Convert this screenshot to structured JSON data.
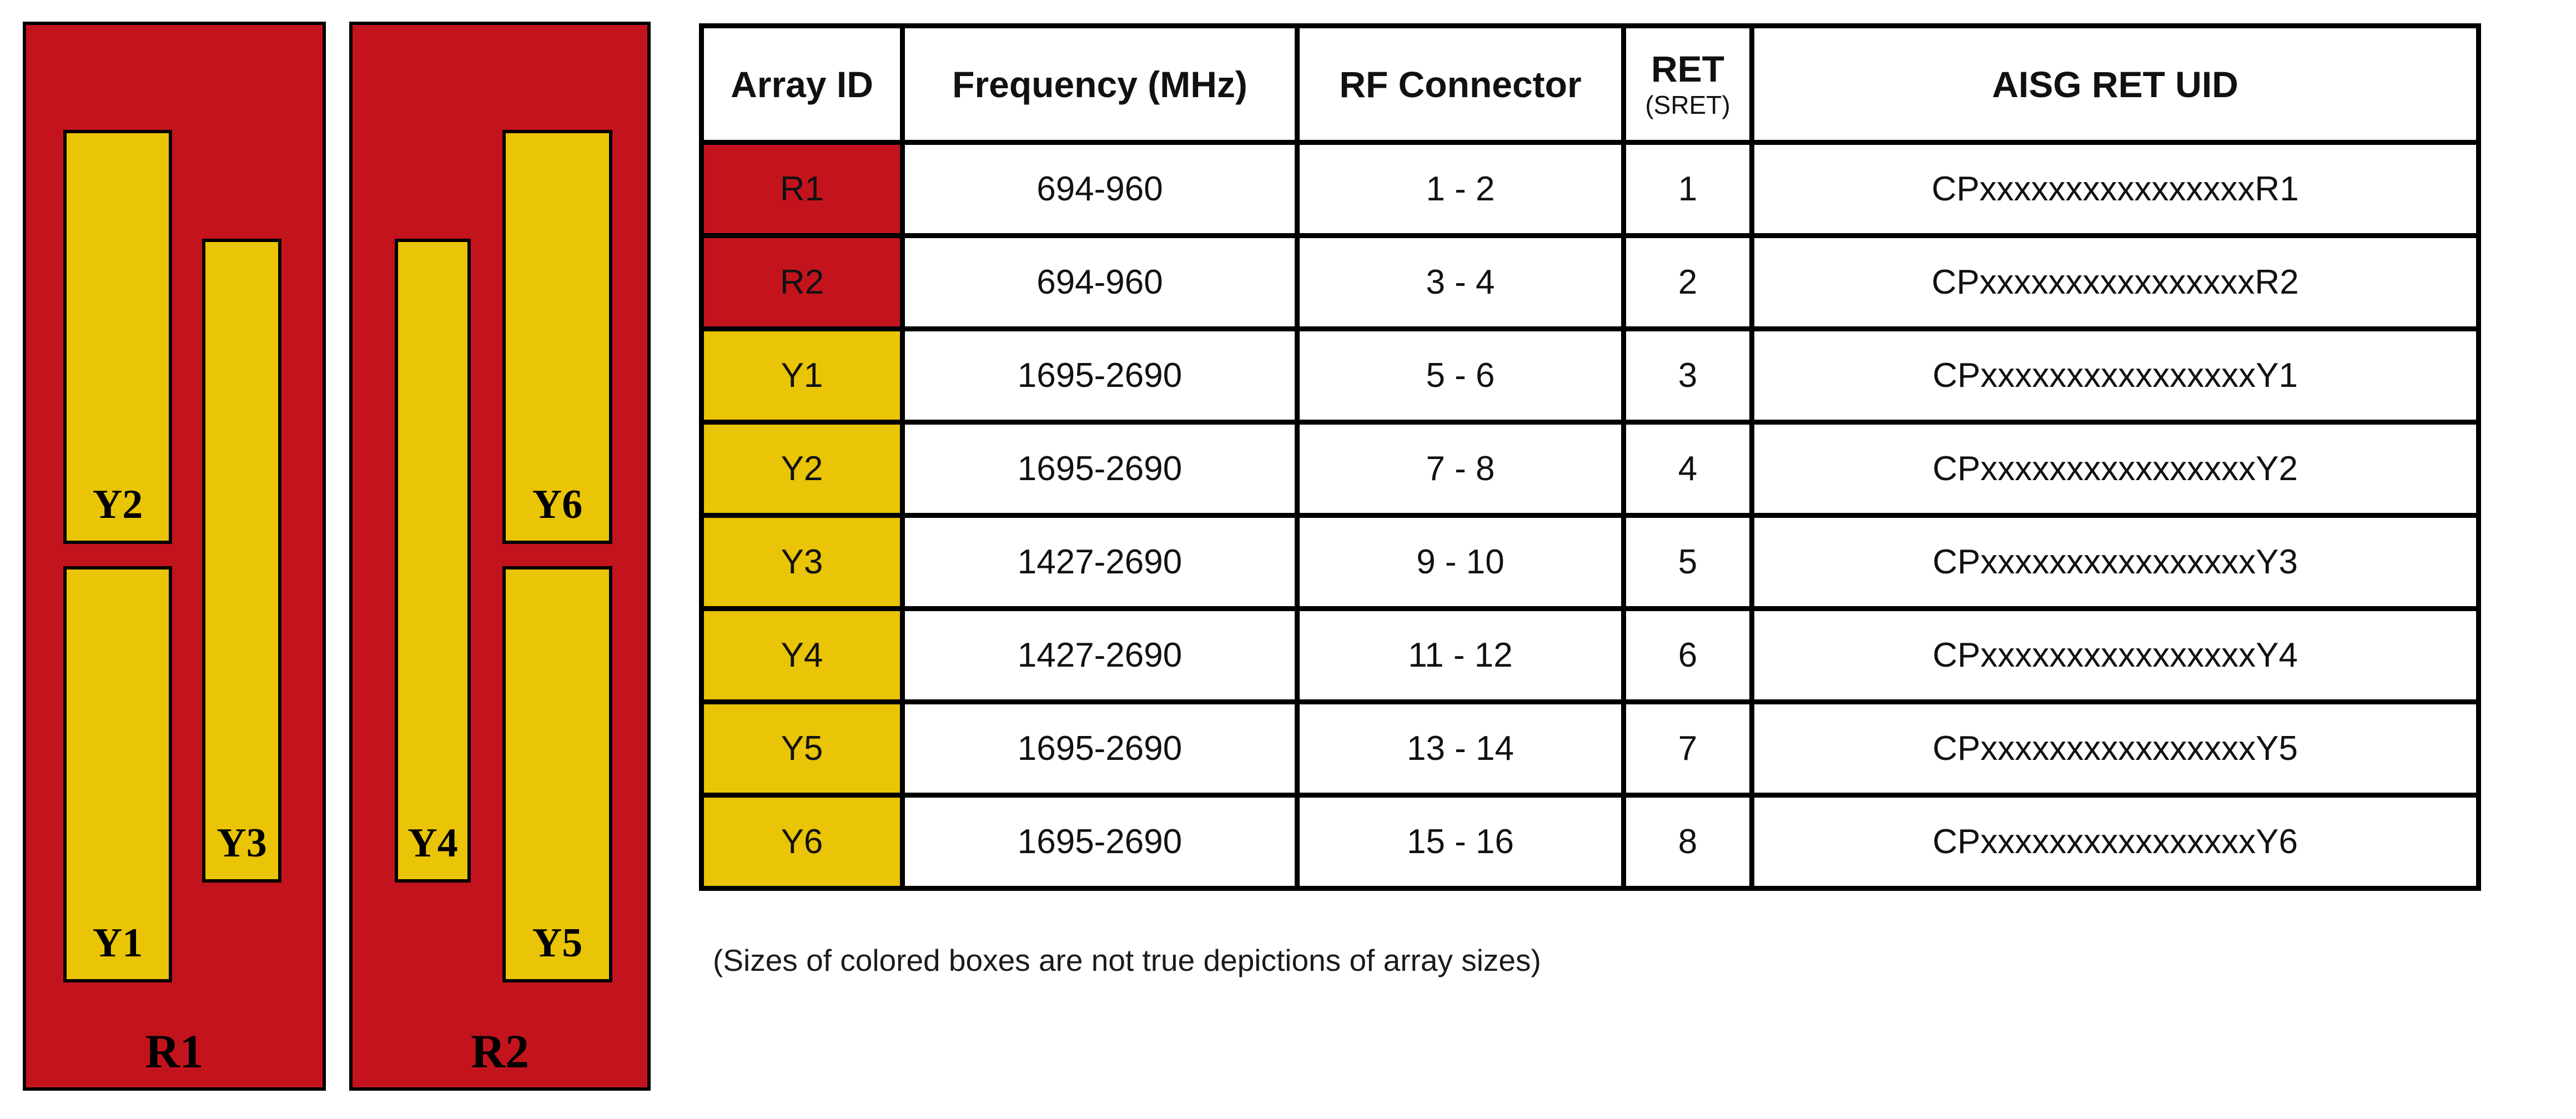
{
  "colors": {
    "red": "#c3141e",
    "yellow": "#e9c407"
  },
  "diagram": {
    "panels": [
      {
        "label": "R1",
        "color": "red",
        "boxes": [
          {
            "label": "Y2",
            "color": "yellow"
          },
          {
            "label": "Y1",
            "color": "yellow"
          },
          {
            "label": "Y3",
            "color": "yellow"
          }
        ]
      },
      {
        "label": "R2",
        "color": "red",
        "boxes": [
          {
            "label": "Y4",
            "color": "yellow"
          },
          {
            "label": "Y6",
            "color": "yellow"
          },
          {
            "label": "Y5",
            "color": "yellow"
          }
        ]
      }
    ]
  },
  "table": {
    "headers": {
      "array_id": "Array ID",
      "frequency": "Frequency (MHz)",
      "rf_connector": "RF Connector",
      "ret": "RET",
      "ret_sub": "(SRET)",
      "aisg": "AISG RET UID"
    },
    "rows": [
      {
        "array_id": "R1",
        "color": "red",
        "frequency": "694-960",
        "rf_connector": "1 - 2",
        "ret": "1",
        "aisg_uid": "CPxxxxxxxxxxxxxxxxR1"
      },
      {
        "array_id": "R2",
        "color": "red",
        "frequency": "694-960",
        "rf_connector": "3 - 4",
        "ret": "2",
        "aisg_uid": "CPxxxxxxxxxxxxxxxxR2"
      },
      {
        "array_id": "Y1",
        "color": "yellow",
        "frequency": "1695-2690",
        "rf_connector": "5 - 6",
        "ret": "3",
        "aisg_uid": "CPxxxxxxxxxxxxxxxxY1"
      },
      {
        "array_id": "Y2",
        "color": "yellow",
        "frequency": "1695-2690",
        "rf_connector": "7 - 8",
        "ret": "4",
        "aisg_uid": "CPxxxxxxxxxxxxxxxxY2"
      },
      {
        "array_id": "Y3",
        "color": "yellow",
        "frequency": "1427-2690",
        "rf_connector": "9 - 10",
        "ret": "5",
        "aisg_uid": "CPxxxxxxxxxxxxxxxxY3"
      },
      {
        "array_id": "Y4",
        "color": "yellow",
        "frequency": "1427-2690",
        "rf_connector": "11 - 12",
        "ret": "6",
        "aisg_uid": "CPxxxxxxxxxxxxxxxxY4"
      },
      {
        "array_id": "Y5",
        "color": "yellow",
        "frequency": "1695-2690",
        "rf_connector": "13 - 14",
        "ret": "7",
        "aisg_uid": "CPxxxxxxxxxxxxxxxxY5"
      },
      {
        "array_id": "Y6",
        "color": "yellow",
        "frequency": "1695-2690",
        "rf_connector": "15 - 16",
        "ret": "8",
        "aisg_uid": "CPxxxxxxxxxxxxxxxxY6"
      }
    ]
  },
  "note": "(Sizes of colored boxes are not true depictions of array sizes)"
}
